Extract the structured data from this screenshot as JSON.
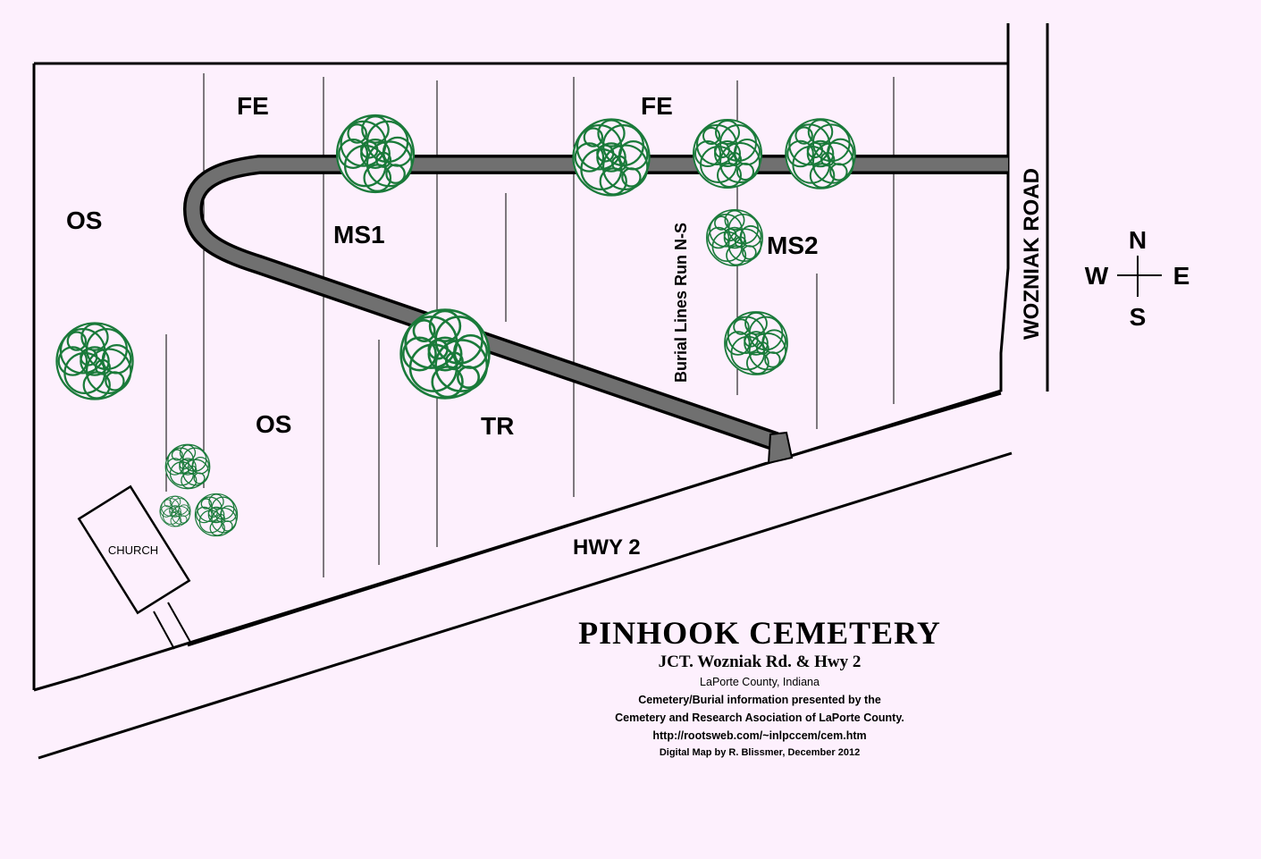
{
  "colors": {
    "background": "#fdf0fd",
    "tree": "#1a7a3a",
    "drive": "#707070",
    "line": "#000000"
  },
  "map": {
    "sections": [
      {
        "id": "fe-left",
        "label": "FE"
      },
      {
        "id": "fe-right",
        "label": "FE"
      },
      {
        "id": "os-top",
        "label": "OS"
      },
      {
        "id": "os-bottom",
        "label": "OS"
      },
      {
        "id": "ms1",
        "label": "MS1"
      },
      {
        "id": "ms2",
        "label": "MS2"
      },
      {
        "id": "tr",
        "label": "TR"
      }
    ],
    "roads": {
      "hwy": "HWY 2",
      "wozniak": "WOZNIAK ROAD"
    },
    "church": "CHURCH",
    "burial_note": "Burial Lines Run N-S",
    "compass": {
      "n": "N",
      "s": "S",
      "e": "E",
      "w": "W"
    },
    "tree_icon": "tree-icon"
  },
  "title": {
    "name": "PINHOOK CEMETERY",
    "junction": "JCT. Wozniak Rd. & Hwy 2",
    "county": "LaPorte County, Indiana",
    "credit1": "Cemetery/Burial information presented by the",
    "credit2": "Cemetery and Research Asociation of LaPorte County.",
    "url": "http://rootsweb.com/~inlpccem/cem.htm",
    "author": "Digital Map by R. Blissmer, December 2012"
  }
}
